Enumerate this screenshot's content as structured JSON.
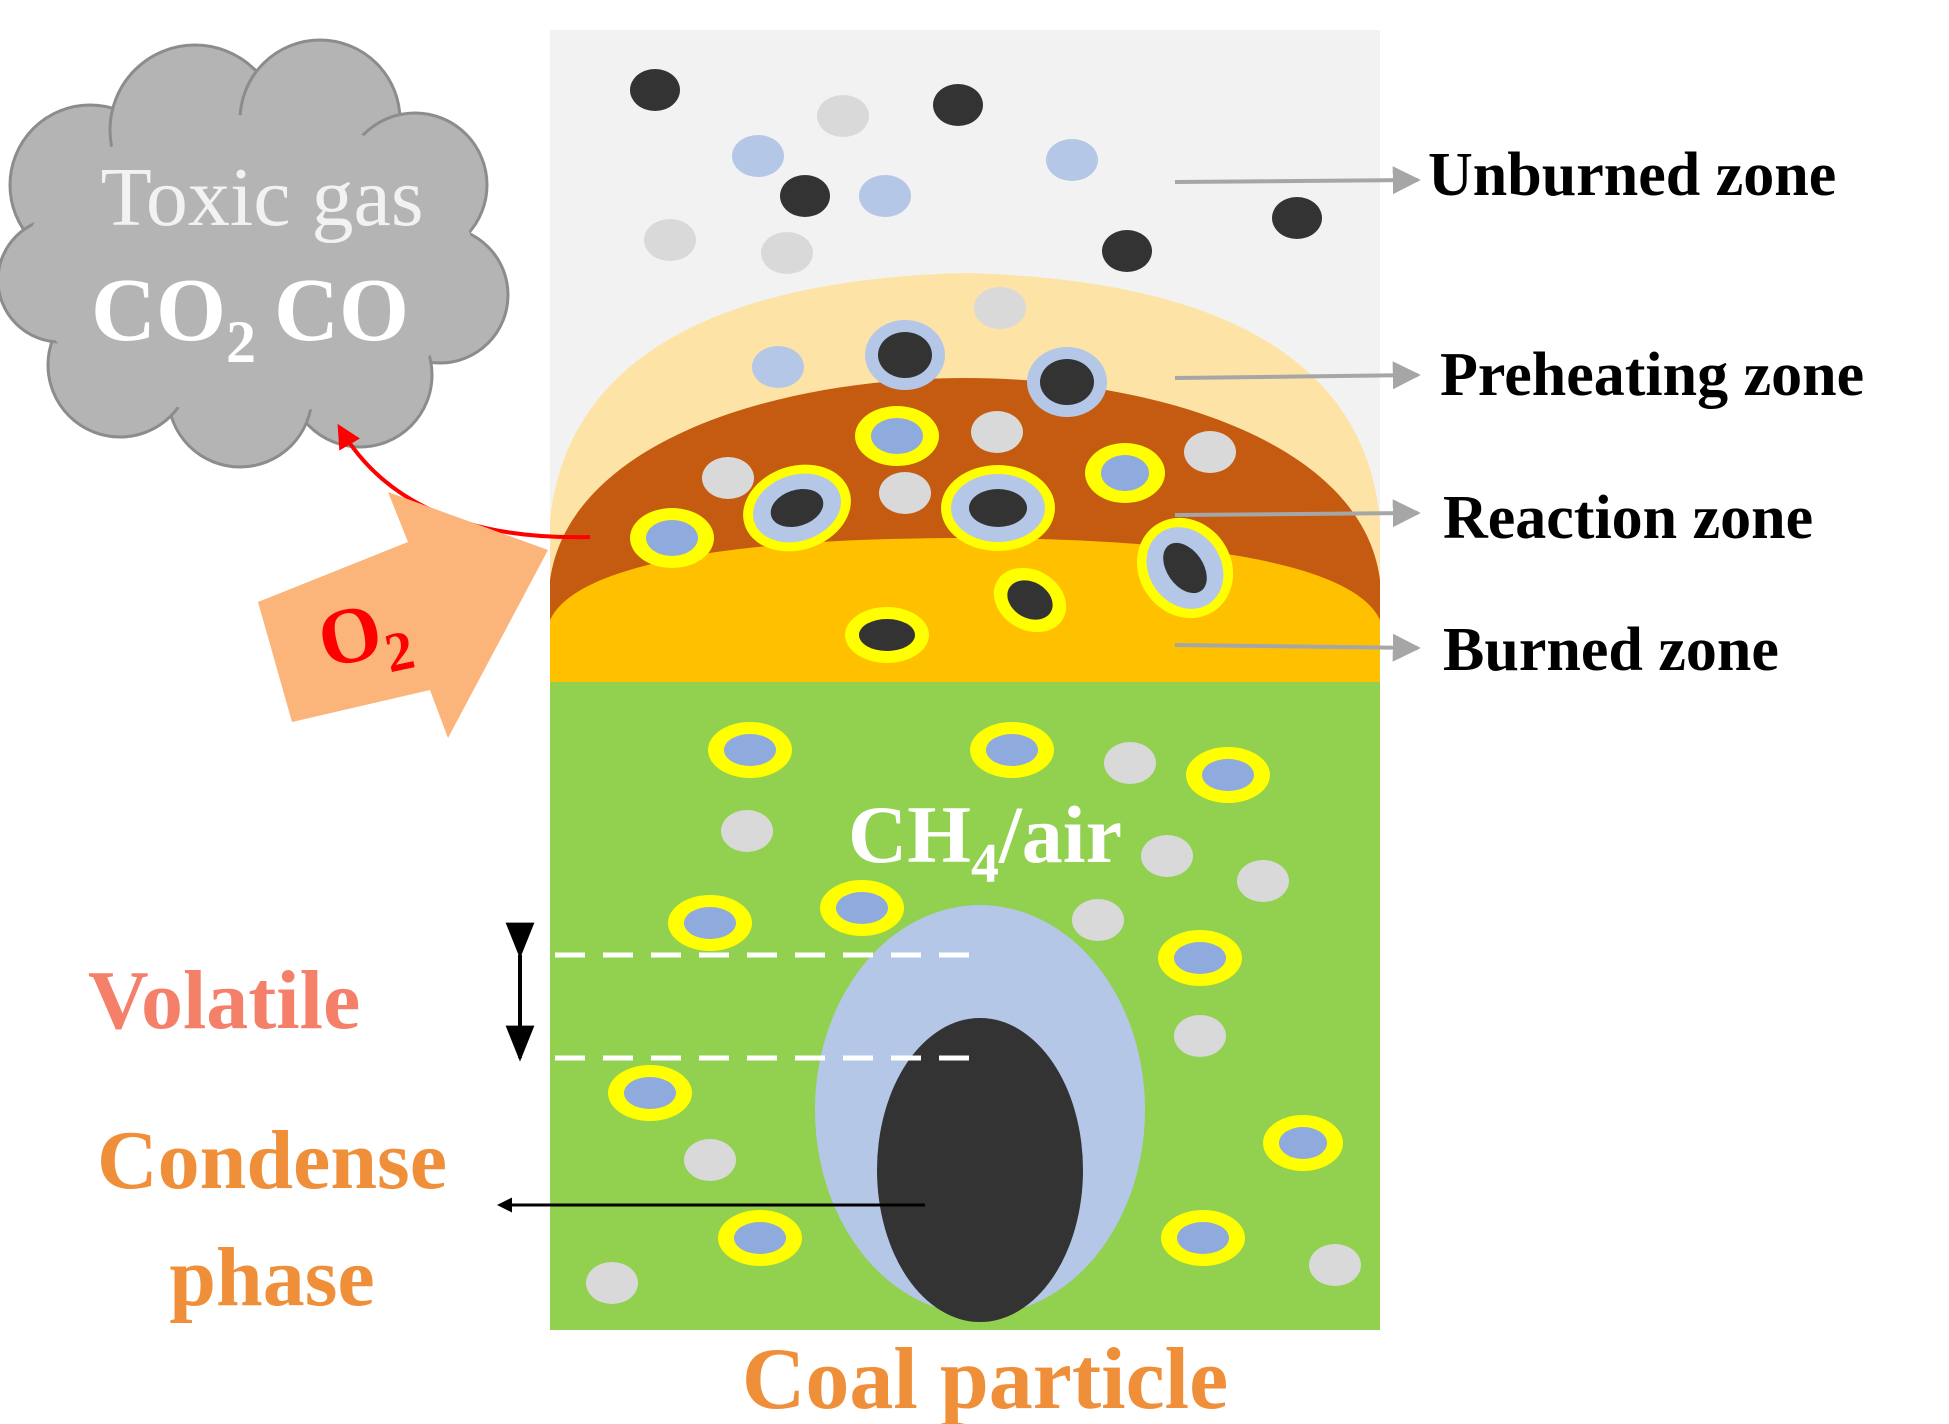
{
  "cloud": {
    "title": "Toxic gas",
    "species_1": "CO",
    "species_1_sub": "2",
    "species_2": "CO",
    "fill_color": "#b4b4b4"
  },
  "oxidizer": {
    "label": "O",
    "label_sub": "2",
    "arrow_color": "#fbb47a",
    "label_color": "#ff0000"
  },
  "zones": [
    {
      "label": "Unburned zone",
      "color": "#f2f2f2"
    },
    {
      "label": "Preheating zone",
      "color": "#fde4a6"
    },
    {
      "label": "Reaction zone",
      "color": "#c55a11"
    },
    {
      "label": "Burned zone",
      "color": "#ffc000"
    }
  ],
  "mixture": {
    "label": "CH",
    "label_sub": "4",
    "label_suffix": "/air",
    "color": "#92d050"
  },
  "annotations": {
    "volatile": "Volatile",
    "condense_line1": "Condense",
    "condense_line2": "phase",
    "bottom_caption": "Coal particle"
  },
  "colors": {
    "volatile_text": "#f4806a",
    "condense_text": "#f08f3a",
    "caption_text": "#f08f3a",
    "coal": "#333333",
    "volatile_shell": "#b4c7e7",
    "particle_ring": "#ffff00",
    "particle_core": "#8faadc",
    "ash": "#d9d9d9",
    "pointer": "#a6a6a6"
  }
}
